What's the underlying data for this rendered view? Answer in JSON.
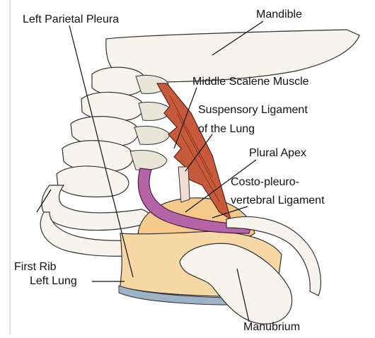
{
  "labels": {
    "left_parietal_pleura": "Left Parietal Pleura",
    "mandible": "Mandible",
    "middle_scalene_muscle": "Middle Scalene Muscle",
    "suspensory_ligament_line1": "Suspensory Ligament",
    "suspensory_ligament_line2": "of the Lung",
    "plural_apex": "Plural Apex",
    "costo_line1": "Costo-pleuro-",
    "costo_line2": "vertebral Ligament",
    "first_rib": "First Rib",
    "left_lung": "Left Lung",
    "manubrium": "Manubrium"
  },
  "colors": {
    "muscle": "#c85a3c",
    "ligament": "#b565a7",
    "pleura_apex": "#f4c98a",
    "suspensory": "#f2dcd0",
    "lung_blue": "#9fb3c8",
    "bone": "#f6f4ec"
  }
}
